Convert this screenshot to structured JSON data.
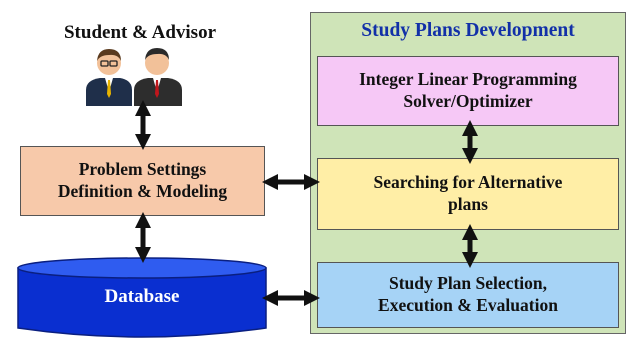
{
  "diagram": {
    "actor_label": "Student & Advisor",
    "problem_box": {
      "line1": "Problem Settings",
      "line2": "Definition & Modeling"
    },
    "database_label": "Database",
    "panel_title": "Study Plans Development",
    "ilp_box": {
      "line1": "Integer Linear Programming",
      "line2": "Solver/Optimizer"
    },
    "search_box": {
      "line1": "Searching for Alternative",
      "line2": "plans"
    },
    "selection_box": {
      "line1": "Study Plan Selection,",
      "line2": "Execution & Evaluation"
    }
  },
  "colors": {
    "problem_fill": "#f7c9aa",
    "panel_fill": "#cfe4b8",
    "panel_title": "#1230a8",
    "ilp_fill": "#f6c8f6",
    "search_fill": "#ffeea6",
    "selection_fill": "#a6d3f6",
    "database_fill": "#0a2fd0",
    "arrow": "#111111"
  },
  "icons": [
    "student-advisor-people-icon",
    "database-cylinder-icon",
    "double-arrow-icon"
  ]
}
